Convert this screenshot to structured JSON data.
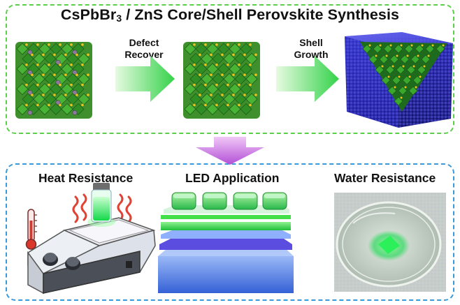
{
  "title": {
    "pre": "CsPbBr",
    "sub": "3",
    "post": " / ZnS Core/Shell Perovskite Synthesis"
  },
  "steps": [
    {
      "line1": "Defect",
      "line2": "Recover"
    },
    {
      "line1": "Shell",
      "line2": "Growth"
    }
  ],
  "applications": [
    "Heat Resistance",
    "LED Application",
    "Water Resistance"
  ],
  "colors": {
    "top_border": "#5ccf4a",
    "bottom_border": "#3a9ad9",
    "octahedra": "#2f8f24",
    "shell": "#2a2ac0",
    "led_emission": "#2ee82e",
    "down_arrow": "#c86be0"
  }
}
